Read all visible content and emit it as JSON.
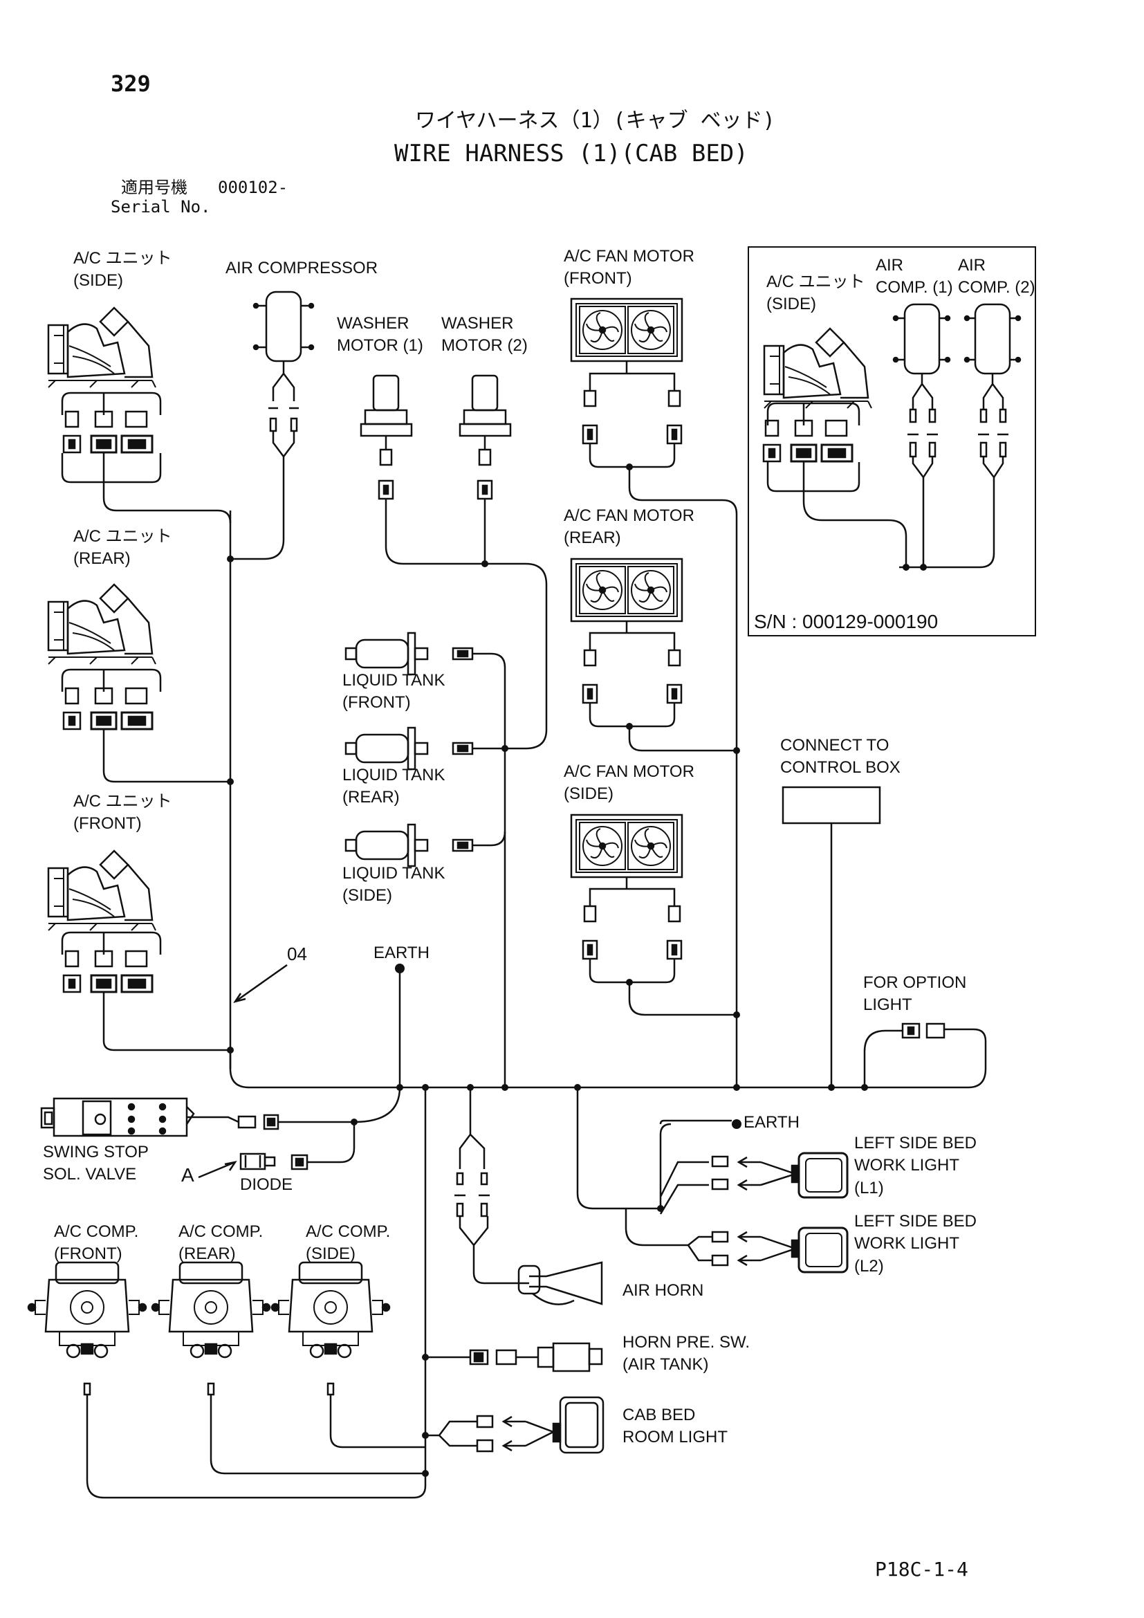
{
  "header": {
    "page_number": "329",
    "title_jp": "ワイヤハーネス（1）(キャブ ベッド)",
    "title_en": "WIRE HARNESS (1)(CAB BED)",
    "serial_jp": "適用号機",
    "serial_value": "000102-",
    "serial_en": "Serial No."
  },
  "labels": {
    "ac_unit_side": [
      "A/C ユニット",
      "(SIDE)"
    ],
    "air_compressor": "AIR COMPRESSOR",
    "washer_motor_1": [
      "WASHER",
      "MOTOR (1)"
    ],
    "washer_motor_2": [
      "WASHER",
      "MOTOR (2)"
    ],
    "fan_front": [
      "A/C FAN MOTOR",
      "(FRONT)"
    ],
    "fan_rear": [
      "A/C FAN MOTOR",
      "(REAR)"
    ],
    "fan_side": [
      "A/C FAN MOTOR",
      "(SIDE)"
    ],
    "ac_unit_rear": [
      "A/C ユニット",
      "(REAR)"
    ],
    "ac_unit_front": [
      "A/C ユニット",
      "(FRONT)"
    ],
    "liquid_tank_front": [
      "LIQUID TANK",
      "(FRONT)"
    ],
    "liquid_tank_rear": [
      "LIQUID TANK",
      "(REAR)"
    ],
    "liquid_tank_side": [
      "LIQUID TANK",
      "(SIDE)"
    ],
    "connect_control_box": [
      "CONNECT TO",
      "CONTROL BOX"
    ],
    "callout_04": "04",
    "earth_1": "EARTH",
    "option_light": [
      "FOR OPTION",
      "LIGHT"
    ],
    "swing_stop": [
      "SWING STOP",
      "SOL. VALVE"
    ],
    "callout_a": "A",
    "diode": "DIODE",
    "earth_2": "EARTH",
    "left_bed_light_1": [
      "LEFT SIDE BED",
      "WORK LIGHT",
      "(L1)"
    ],
    "left_bed_light_2": [
      "LEFT SIDE BED",
      "WORK LIGHT",
      "(L2)"
    ],
    "ac_comp_front": [
      "A/C COMP.",
      "(FRONT)"
    ],
    "ac_comp_rear": [
      "A/C COMP.",
      "(REAR)"
    ],
    "ac_comp_side": [
      "A/C COMP.",
      "(SIDE)"
    ],
    "air_horn": "AIR HORN",
    "horn_pre_sw": [
      "HORN PRE. SW.",
      "(AIR TANK)"
    ],
    "cab_bed_light": [
      "CAB BED",
      "ROOM LIGHT"
    ]
  },
  "inset": {
    "ac_unit_side": [
      "A/C ユニット",
      "(SIDE)"
    ],
    "air_comp_1": [
      "AIR",
      "COMP. (1)"
    ],
    "air_comp_2": [
      "AIR",
      "COMP. (2)"
    ],
    "serial_range": "S/N : 000129-000190"
  },
  "footer": {
    "code": "P18C-1-4"
  }
}
